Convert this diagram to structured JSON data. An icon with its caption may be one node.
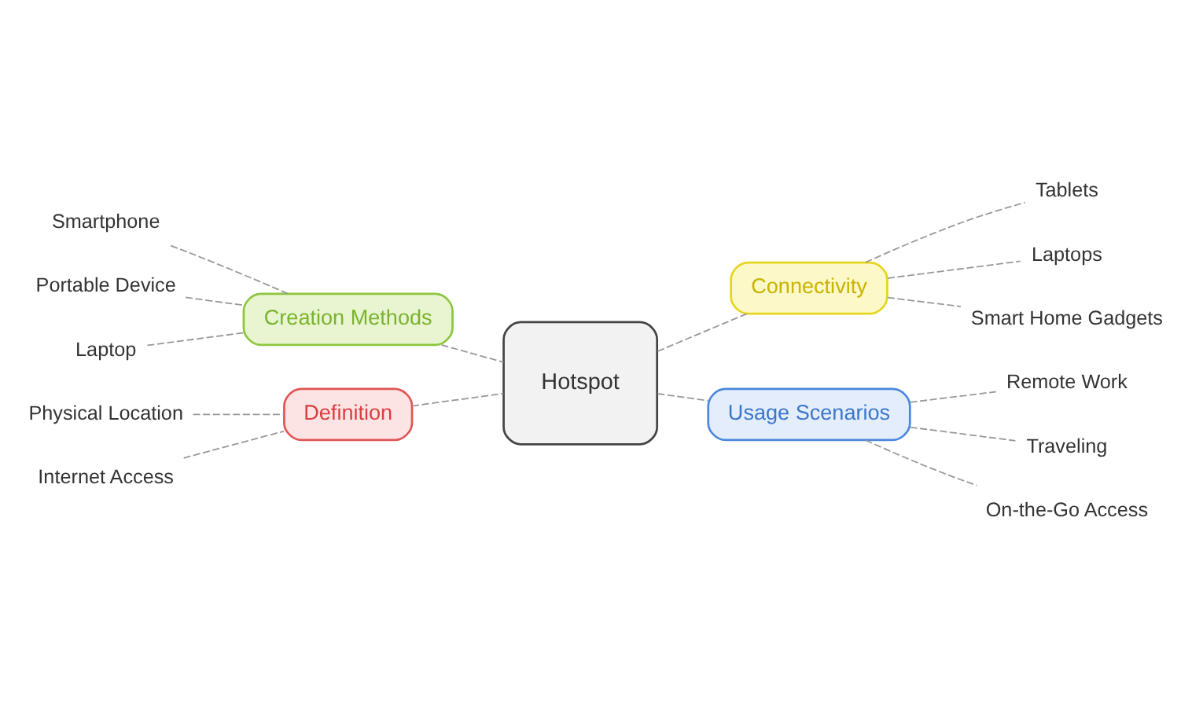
{
  "diagram": {
    "nodes": [
      {
        "text": [
          "Hotspot"
        ]
      },
      {
        "text": [
          "Creation Methods"
        ]
      },
      {
        "text": [
          "Smartphone"
        ]
      },
      {
        "text": [
          "Portable Device"
        ]
      },
      {
        "text": [
          "Laptop"
        ]
      },
      {
        "text": [
          "Definition"
        ]
      },
      {
        "text": [
          "Physical Location"
        ]
      },
      {
        "text": [
          "Internet Access"
        ]
      },
      {
        "text": [
          "Connectivity"
        ]
      },
      {
        "text": [
          "Tablets"
        ]
      },
      {
        "text": [
          "Laptops"
        ]
      },
      {
        "text": [
          "Smart Home Gadgets"
        ]
      },
      {
        "text": [
          "Usage Scenarios"
        ]
      },
      {
        "text": [
          "Remote Work"
        ]
      },
      {
        "text": [
          "Traveling"
        ]
      },
      {
        "text": [
          "On-the-Go Access"
        ]
      }
    ],
    "edges": [
      {
        "from": 0,
        "to": 1,
        "arrow": "none",
        "style": "dashed"
      },
      {
        "from": 1,
        "to": 2,
        "arrow": "none",
        "style": "dashed"
      },
      {
        "from": 1,
        "to": 3,
        "arrow": "none",
        "style": "dashed"
      },
      {
        "from": 1,
        "to": 4,
        "arrow": "none",
        "style": "dashed"
      },
      {
        "from": 0,
        "to": 5,
        "arrow": "none",
        "style": "dashed"
      },
      {
        "from": 5,
        "to": 6,
        "arrow": "none",
        "style": "dashed"
      },
      {
        "from": 5,
        "to": 7,
        "arrow": "none",
        "style": "dashed"
      },
      {
        "from": 0,
        "to": 8,
        "arrow": "none",
        "style": "dashed"
      },
      {
        "from": 8,
        "to": 9,
        "arrow": "none",
        "style": "dashed"
      },
      {
        "from": 8,
        "to": 10,
        "arrow": "none",
        "style": "dashed"
      },
      {
        "from": 8,
        "to": 11,
        "arrow": "none",
        "style": "dashed"
      },
      {
        "from": 0,
        "to": 12,
        "arrow": "none",
        "style": "dashed"
      },
      {
        "from": 12,
        "to": 13,
        "arrow": "none",
        "style": "dashed"
      },
      {
        "from": 12,
        "to": 14,
        "arrow": "none",
        "style": "dashed"
      },
      {
        "from": 12,
        "to": 15,
        "arrow": "none",
        "style": "dashed"
      }
    ]
  }
}
